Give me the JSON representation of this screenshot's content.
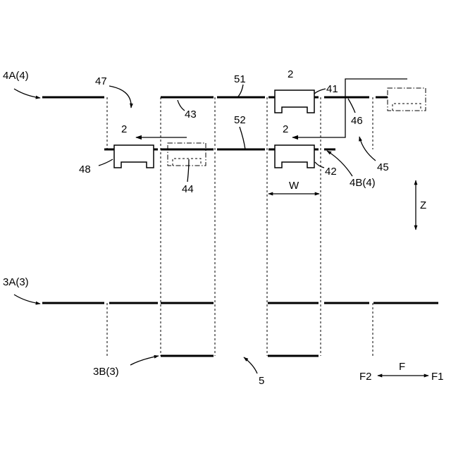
{
  "labels": {
    "rail_4A": "4A(4)",
    "rail_3A": "3A(3)",
    "rail_3B": "3B(3)",
    "rail_4B": "4B(4)",
    "ref_47": "47",
    "ref_43": "43",
    "ref_51": "51",
    "ref_52": "52",
    "ref_41": "41",
    "ref_42": "42",
    "ref_44": "44",
    "ref_45": "45",
    "ref_46": "46",
    "ref_48": "48",
    "ref_5": "5",
    "carrier_top": "2",
    "carrier_mid": "2",
    "carrier_left": "2",
    "width_W": "W",
    "axis_Z": "Z",
    "axis_F": "F",
    "axis_F1": "F1",
    "axis_F2": "F2"
  }
}
